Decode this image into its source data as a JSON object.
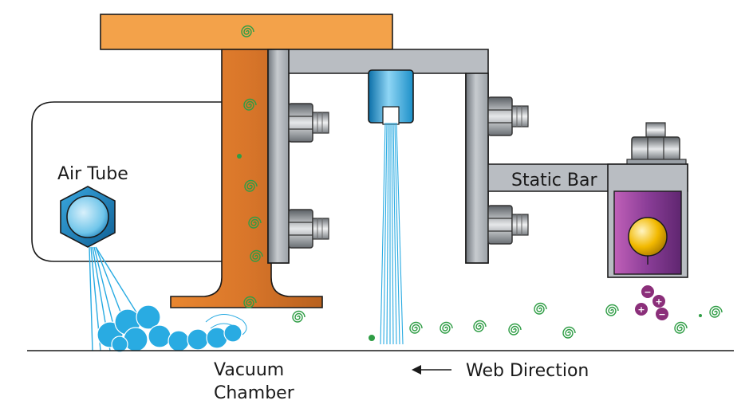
{
  "labels": {
    "air_tube": "Air Tube",
    "static_bar": "Static Bar",
    "vacuum_line1": "Vacuum",
    "vacuum_line2": "Chamber",
    "web_direction": "Web Direction"
  },
  "colors": {
    "beam_orange": "#f3a24a",
    "beam_dark": "#c1651d",
    "bracket_gray": "#b8bcc1",
    "air_blue": "#29abe2",
    "dust_green": "#3aa84a",
    "static_purple": "#8a3d97",
    "emitter_gold": "#f2b900",
    "charge_purple": "#8b2f7a"
  },
  "icons": [
    "hex-nut-icon",
    "spiral-dust-icon",
    "charge-ion-icon",
    "arrow-left-icon"
  ]
}
